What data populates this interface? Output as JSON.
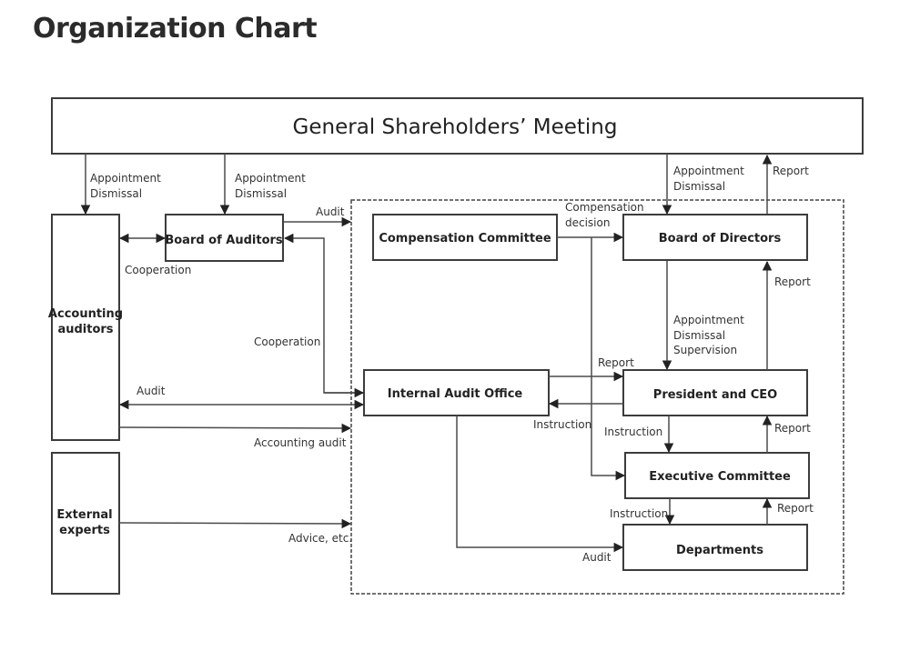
{
  "page": {
    "title": "Organization Chart"
  },
  "nodes": {
    "gsm": "General Shareholders’ Meeting",
    "accounting_auditors": [
      "Accounting",
      "auditors"
    ],
    "board_of_auditors": "Board of Auditors",
    "compensation_committee": "Compensation Committee",
    "board_of_directors": "Board of Directors",
    "internal_audit_office": "Internal Audit Office",
    "president_ceo": "President and CEO",
    "executive_committee": "Executive Committee",
    "departments": "Departments",
    "external_experts": [
      "External",
      "experts"
    ]
  },
  "edges": {
    "gsm_to_accounting": [
      "Appointment",
      "Dismissal"
    ],
    "gsm_to_board_auditors": [
      "Appointment",
      "Dismissal"
    ],
    "gsm_to_board_directors": [
      "Appointment",
      "Dismissal"
    ],
    "directors_to_gsm": "Report",
    "auditors_audit": "Audit",
    "auditors_accounting_cooperation": "Cooperation",
    "compensation_decision": [
      "Compensation",
      "decision"
    ],
    "ceo_to_directors": "Report",
    "directors_to_ceo": [
      "Appointment",
      "Dismissal",
      "Supervision"
    ],
    "audit_office_cooperation": "Cooperation",
    "accounting_audit_label": "Audit",
    "accounting_audit": "Accounting audit",
    "audit_office_report": "Report",
    "ceo_to_audit_office": "Instruction",
    "ceo_to_exec": "Instruction",
    "exec_to_ceo": "Report",
    "exec_to_departments": "Instruction",
    "departments_to_exec": "Report",
    "audit_office_to_departments": "Audit",
    "external_advice": "Advice, etc."
  }
}
